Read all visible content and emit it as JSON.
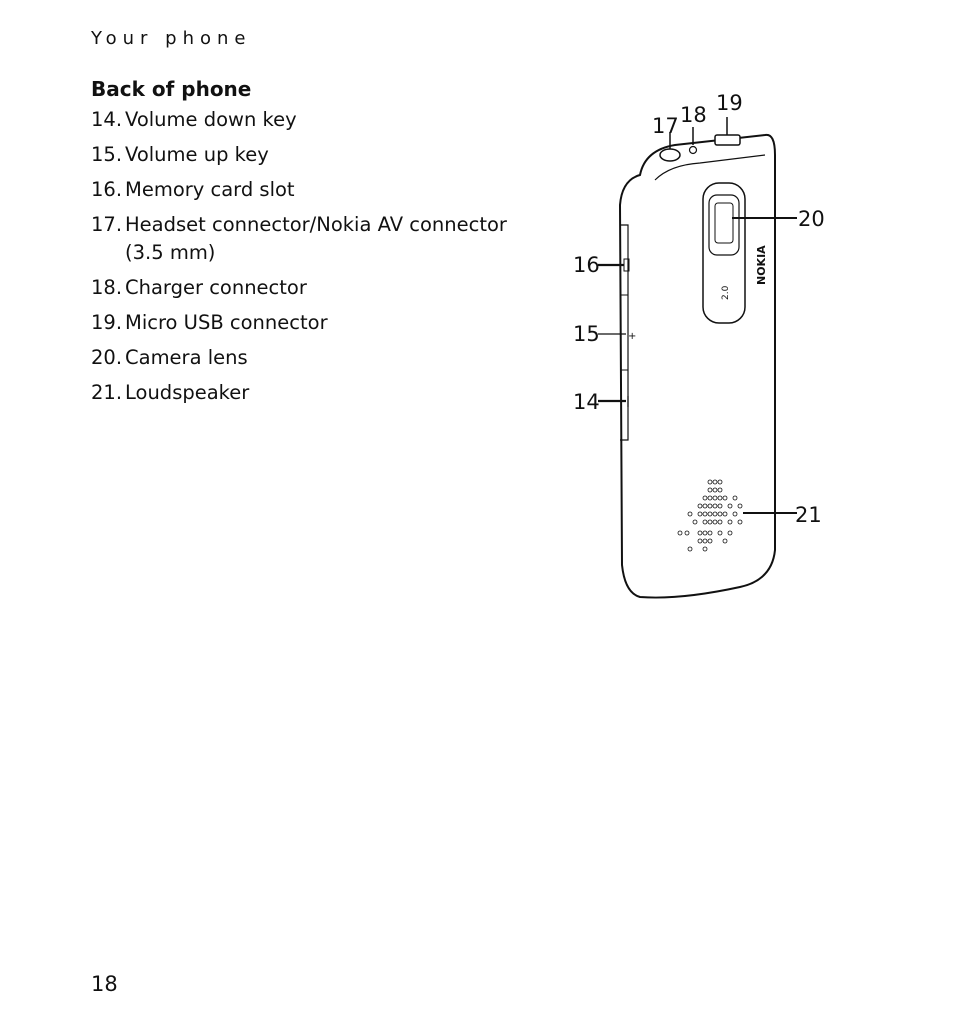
{
  "section_header": "Your phone",
  "heading": "Back of phone",
  "parts": [
    {
      "num": "14.",
      "label": "Volume down key"
    },
    {
      "num": "15.",
      "label": "Volume up key"
    },
    {
      "num": "16.",
      "label": "Memory card slot"
    },
    {
      "num": "17.",
      "label": "Headset connector/Nokia AV connector (3.5 mm)"
    },
    {
      "num": "18.",
      "label": "Charger connector"
    },
    {
      "num": "19.",
      "label": "Micro USB connector"
    },
    {
      "num": "20.",
      "label": "Camera lens"
    },
    {
      "num": "21.",
      "label": "Loudspeaker"
    }
  ],
  "figure": {
    "callouts": {
      "c14": "14",
      "c15": "15",
      "c16": "16",
      "c17": "17",
      "c18": "18",
      "c19": "19",
      "c20": "20",
      "c21": "21"
    },
    "brand": "NOKIA",
    "megapixel": "2.0"
  },
  "page_number": "18"
}
